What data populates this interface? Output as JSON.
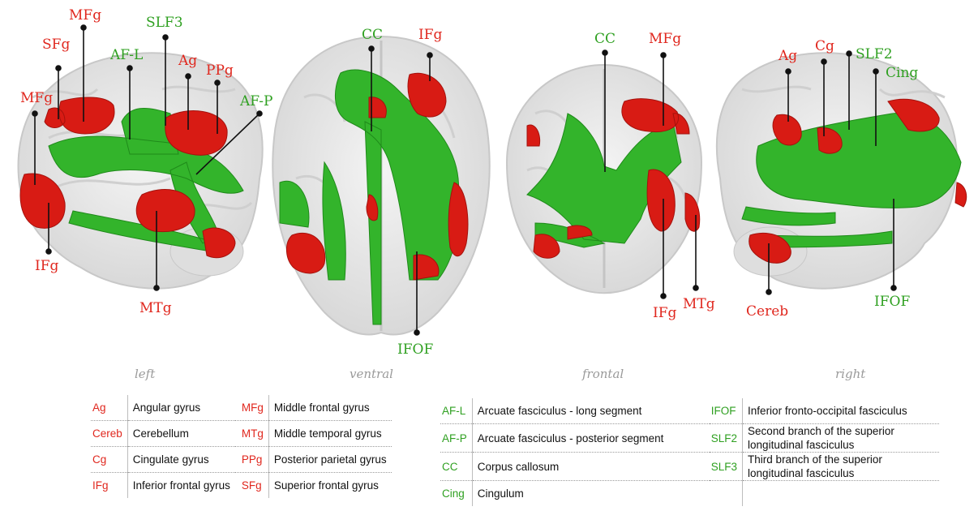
{
  "colors": {
    "region": "#e0271e",
    "tract": "#2fa021",
    "brain": "#e3e3e3"
  },
  "views": {
    "left": {
      "label": "left",
      "regions": [
        "MFg",
        "SFg",
        "MFg",
        "Ag",
        "PPg",
        "IFg",
        "MTg"
      ],
      "tracts": [
        "SLF3",
        "AF-L",
        "AF-P"
      ]
    },
    "ventral": {
      "label": "ventral",
      "regions": [
        "IFg"
      ],
      "tracts": [
        "CC",
        "IFOF"
      ]
    },
    "frontal": {
      "label": "frontal",
      "regions": [
        "MFg",
        "IFg",
        "MTg"
      ],
      "tracts": [
        "CC"
      ]
    },
    "right": {
      "label": "right",
      "regions": [
        "Ag",
        "Cg",
        "Cereb"
      ],
      "tracts": [
        "SLF2",
        "Cing",
        "IFOF"
      ]
    }
  },
  "legend_regions": [
    [
      {
        "abbr": "Ag",
        "name": "Angular gyrus"
      },
      {
        "abbr": "MFg",
        "name": "Middle frontal gyrus"
      }
    ],
    [
      {
        "abbr": "Cereb",
        "name": "Cerebellum"
      },
      {
        "abbr": "MTg",
        "name": "Middle temporal gyrus"
      }
    ],
    [
      {
        "abbr": "Cg",
        "name": "Cingulate gyrus"
      },
      {
        "abbr": "PPg",
        "name": "Posterior parietal gyrus"
      }
    ],
    [
      {
        "abbr": "IFg",
        "name": "Inferior frontal gyrus"
      },
      {
        "abbr": "SFg",
        "name": "Superior frontal gyrus"
      }
    ]
  ],
  "legend_tracts": [
    [
      {
        "abbr": "AF-L",
        "name": "Arcuate fasciculus - long segment"
      },
      {
        "abbr": "IFOF",
        "name": "Inferior fronto-occipital fasciculus"
      }
    ],
    [
      {
        "abbr": "AF-P",
        "name": "Arcuate fasciculus - posterior segment"
      },
      {
        "abbr": "SLF2",
        "name": "Second branch of the superior longitudinal fasciculus"
      }
    ],
    [
      {
        "abbr": "CC",
        "name": "Corpus callosum"
      },
      {
        "abbr": "SLF3",
        "name": "Third branch of the superior longitudinal fasciculus"
      }
    ],
    [
      {
        "abbr": "Cing",
        "name": "Cingulum"
      },
      {
        "abbr": "",
        "name": ""
      }
    ]
  ]
}
